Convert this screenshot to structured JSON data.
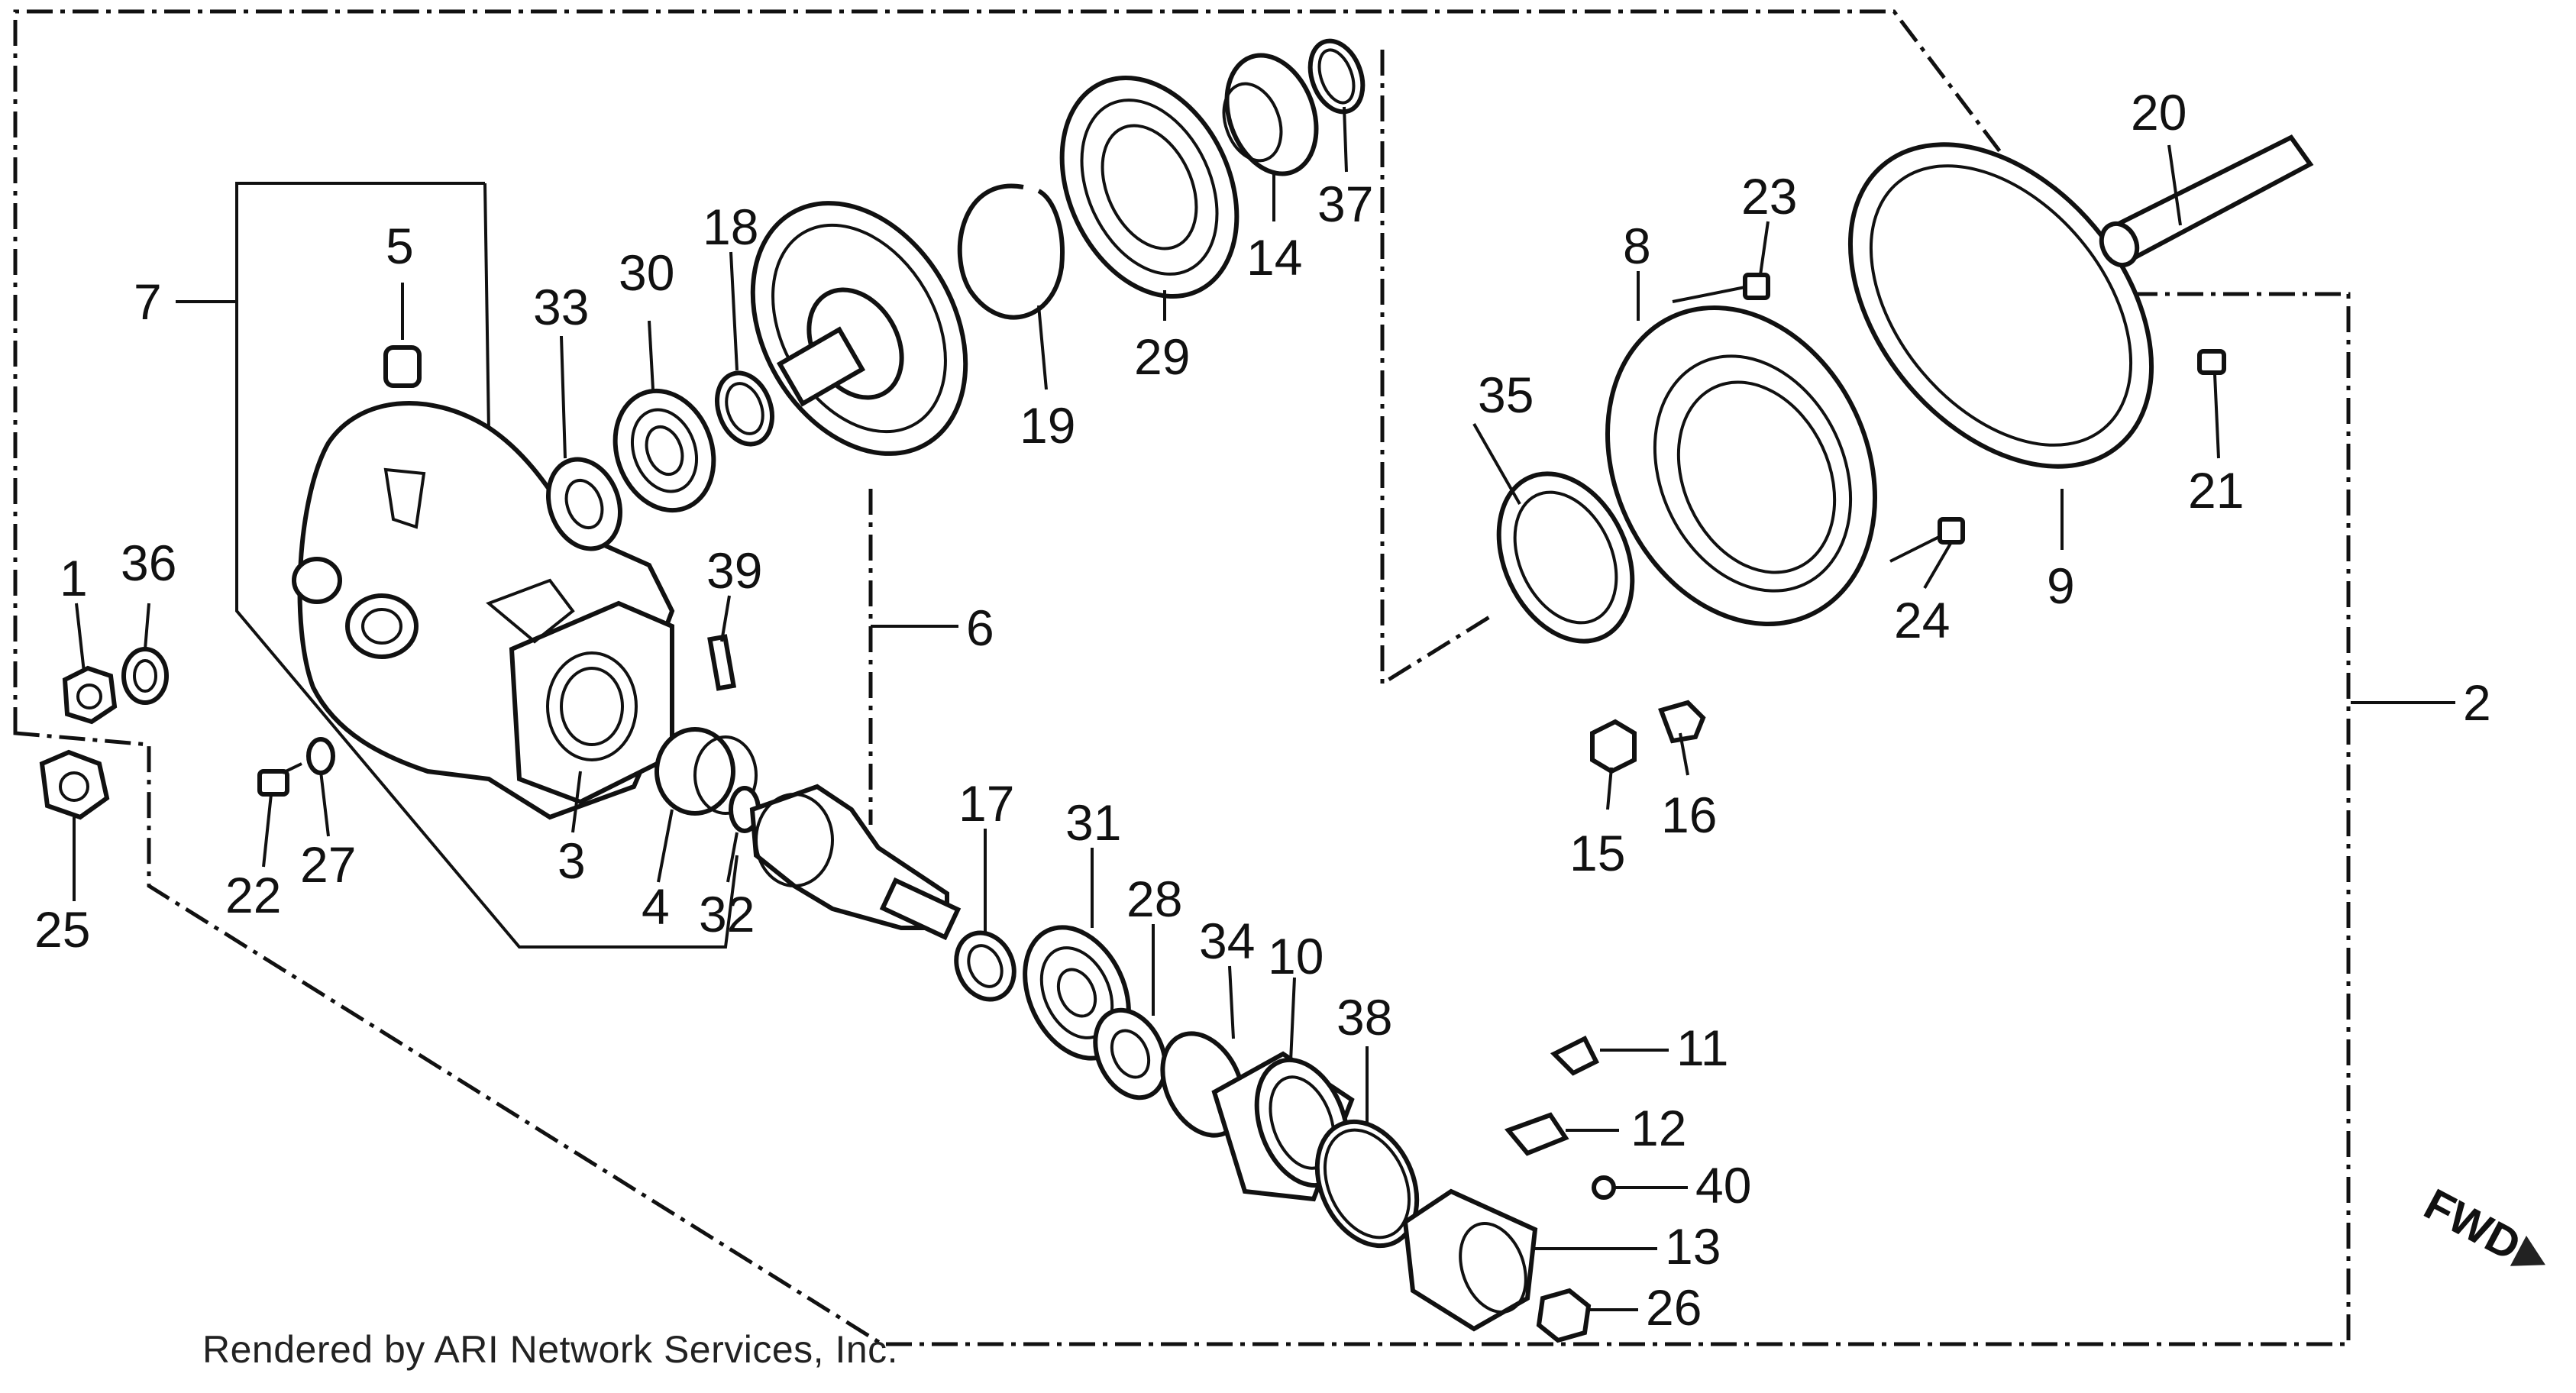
{
  "footer_text": "Rendered by ARI Network Services, Inc.",
  "direction_label": "FWD",
  "callouts": {
    "c1": "1",
    "c2": "2",
    "c3": "3",
    "c4": "4",
    "c5": "5",
    "c6": "6",
    "c7": "7",
    "c8": "8",
    "c9": "9",
    "c10": "10",
    "c11": "11",
    "c12": "12",
    "c13": "13",
    "c14": "14",
    "c15": "15",
    "c16": "16",
    "c17": "17",
    "c18": "18",
    "c19": "19",
    "c20": "20",
    "c21": "21",
    "c22": "22",
    "c23": "23",
    "c24": "24",
    "c25": "25",
    "c26": "26",
    "c27": "27",
    "c28": "28",
    "c29": "29",
    "c30": "30",
    "c31": "31",
    "c32": "32",
    "c33": "33",
    "c34": "34",
    "c35": "35",
    "c36": "36",
    "c37": "37",
    "c38": "38",
    "c39": "39",
    "c40": "40"
  }
}
